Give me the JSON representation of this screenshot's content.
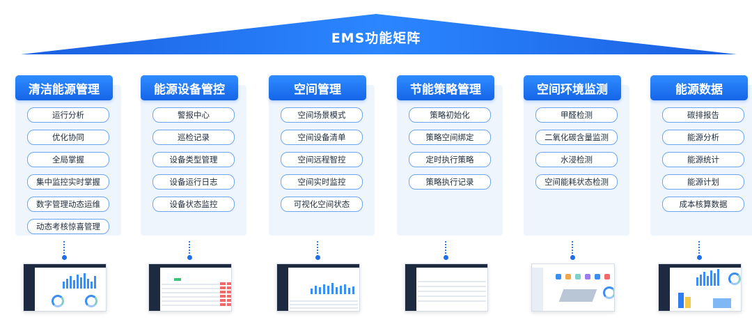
{
  "title": "EMS功能矩阵",
  "columns": [
    {
      "header": "清洁能源管理",
      "items": [
        "运行分析",
        "优化协同",
        "全局掌握",
        "集中监控实时掌握",
        "数字管理动态运维",
        "动态考核惊喜管理"
      ]
    },
    {
      "header": "能源设备管控",
      "items": [
        "警报中心",
        "巡检记录",
        "设备类型管理",
        "设备运行日志",
        "设备状态监控"
      ]
    },
    {
      "header": "空间管理",
      "items": [
        "空间场景模式",
        "空间设备清单",
        "空间远程智控",
        "空间实时监控",
        "可视化空间状态"
      ]
    },
    {
      "header": "节能策略管理",
      "items": [
        "策略初始化",
        "策略空间绑定",
        "定时执行策略",
        "策略执行记录"
      ]
    },
    {
      "header": "空间环境监测",
      "items": [
        "甲醛检测",
        "二氧化碳含量监测",
        "水浸检测",
        "空间能耗状态检测"
      ]
    },
    {
      "header": "能源数据",
      "items": [
        "碳排报告",
        "能源分析",
        "能源统计",
        "能源计划",
        "成本核算数据"
      ]
    }
  ]
}
